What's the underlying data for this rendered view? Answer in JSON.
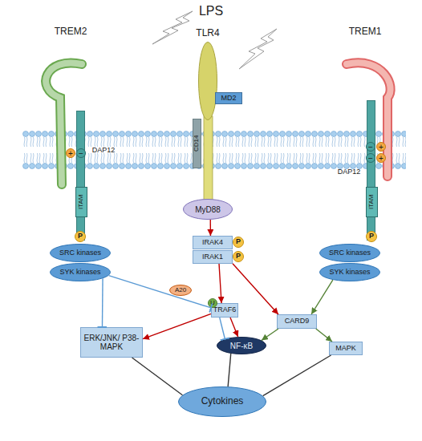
{
  "diagram": {
    "title": "LPS",
    "nodes": [
      {
        "text": [
          "TREM2"
        ]
      },
      {
        "text": [
          "TLR4"
        ]
      },
      {
        "text": [
          "TREM1"
        ]
      },
      {
        "text": [
          "MD2"
        ]
      },
      {
        "text": [
          "CD14"
        ]
      },
      {
        "text": [
          "+"
        ]
      },
      {
        "text": [
          "−"
        ]
      },
      {
        "text": [
          "DAP12"
        ]
      },
      {
        "text": [
          "ITAM"
        ],
        "in": 7
      },
      {
        "text": [
          "DAP12"
        ]
      },
      {
        "text": [
          "ITAM"
        ],
        "in": 9
      },
      {
        "text": [
          "−"
        ]
      },
      {
        "text": [
          "+"
        ]
      },
      {
        "text": [
          "−"
        ]
      },
      {
        "text": [
          "+"
        ]
      },
      {
        "text": [
          "MyD88"
        ]
      },
      {
        "text": [
          "P"
        ]
      },
      {
        "text": [
          "IRAK4"
        ]
      },
      {
        "text": [
          "P"
        ]
      },
      {
        "text": [
          "IRAK1"
        ]
      },
      {
        "text": [
          "P"
        ]
      },
      {
        "text": [
          "P"
        ]
      },
      {
        "text": [
          "SRC kinases"
        ]
      },
      {
        "text": [
          "SRC kinases"
        ]
      },
      {
        "text": [
          "SYK kinases"
        ]
      },
      {
        "text": [
          "SYK kinases"
        ]
      },
      {
        "text": [
          "A20"
        ]
      },
      {
        "text": [
          "TRAF6"
        ]
      },
      {
        "text": [
          "U"
        ]
      },
      {
        "text": [
          "CARD9"
        ]
      },
      {
        "text": [
          "ERK/JNK/ P38-MAPK"
        ]
      },
      {
        "text": [
          "NF-κB"
        ]
      },
      {
        "text": [
          "MAPK"
        ]
      },
      {
        "text": [
          "Cytokines"
        ]
      }
    ],
    "edges": [
      {
        "from": 15,
        "to": 17,
        "arrow": "to"
      },
      {
        "from": 19,
        "to": 27,
        "arrow": "to"
      },
      {
        "from": 19,
        "to": 29,
        "arrow": "to"
      },
      {
        "from": 27,
        "to": 30,
        "arrow": "to"
      },
      {
        "from": 27,
        "to": 31,
        "arrow": "to"
      },
      {
        "from": 24,
        "to": 27,
        "arrow": "to"
      },
      {
        "from": 24,
        "to": 30,
        "arrow": "to"
      },
      {
        "from": 27,
        "to": 31,
        "arrow": "to"
      },
      {
        "from": 25,
        "to": 29,
        "arrow": "to"
      },
      {
        "from": 29,
        "to": 31,
        "arrow": "to"
      },
      {
        "from": 29,
        "to": 32,
        "arrow": "to"
      },
      {
        "from": 30,
        "to": 33,
        "arrow": "none"
      },
      {
        "from": 31,
        "to": 33,
        "arrow": "none"
      },
      {
        "from": 32,
        "to": 33,
        "arrow": "none"
      }
    ]
  }
}
